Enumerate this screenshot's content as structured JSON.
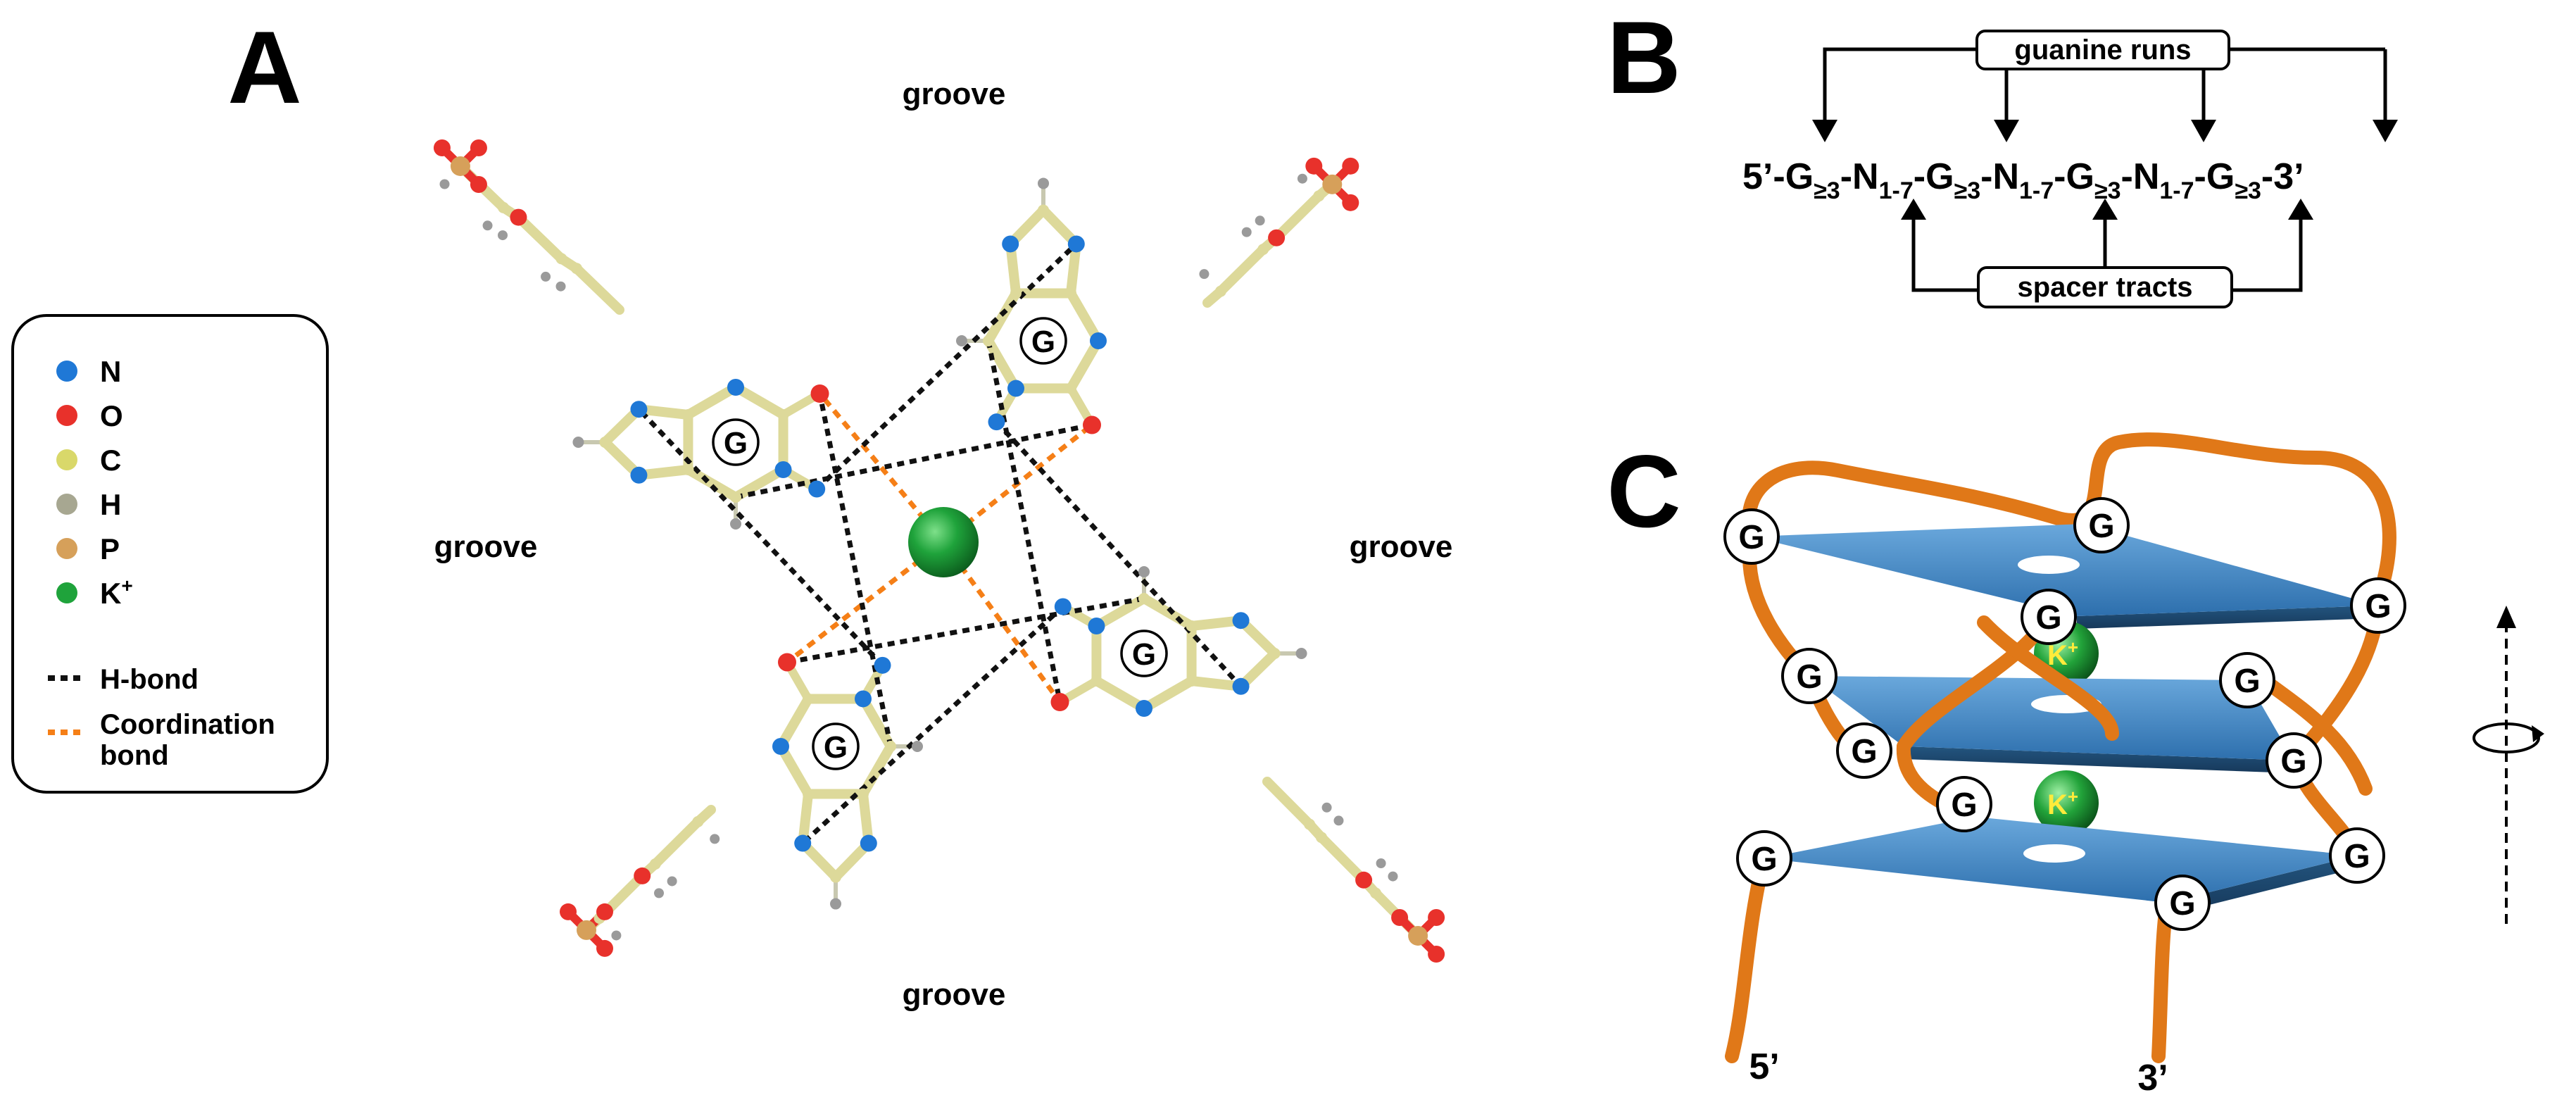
{
  "panels": {
    "a": "A",
    "b": "B",
    "c": "C"
  },
  "legend": {
    "items": [
      {
        "label": "N",
        "color": "#1f78d6"
      },
      {
        "label": "O",
        "color": "#e8312b"
      },
      {
        "label": "C",
        "color": "#d9d86a"
      },
      {
        "label": "H",
        "color": "#a7a791"
      },
      {
        "label": "P",
        "color": "#d6a05a"
      },
      {
        "label": "K",
        "sup": "+",
        "color": "#1fa33b"
      }
    ],
    "hbond": "H-bond",
    "coord_line1": "Coordination",
    "coord_line2": "bond"
  },
  "panel_a": {
    "grooves": {
      "top": "groove",
      "left": "groove",
      "right": "groove",
      "bottom": "groove"
    },
    "base_label": "G"
  },
  "panel_b": {
    "guanine_runs": "guanine runs",
    "spacer_tracts": "spacer tracts",
    "seq": {
      "p5": "5’-",
      "g": "G",
      "g_sub": "≥3",
      "dash": "-",
      "n": "N",
      "n_sub": "1-7",
      "p3": "-3’"
    }
  },
  "panel_c": {
    "g": "G",
    "k": "K",
    "k_sup": "+",
    "end5": "5’",
    "end3": "3’"
  },
  "colors": {
    "nitrogen": "#1f78d6",
    "oxygen": "#e8312b",
    "carbon": "#ddd99a",
    "hydrogen": "#9a9a9a",
    "phosphorus": "#d6a05a",
    "potassium": "#1fa33b",
    "hbond": "#111111",
    "coordination": "#f57f17",
    "backbone": "#e07818",
    "tetrad": "#3b82c4"
  }
}
